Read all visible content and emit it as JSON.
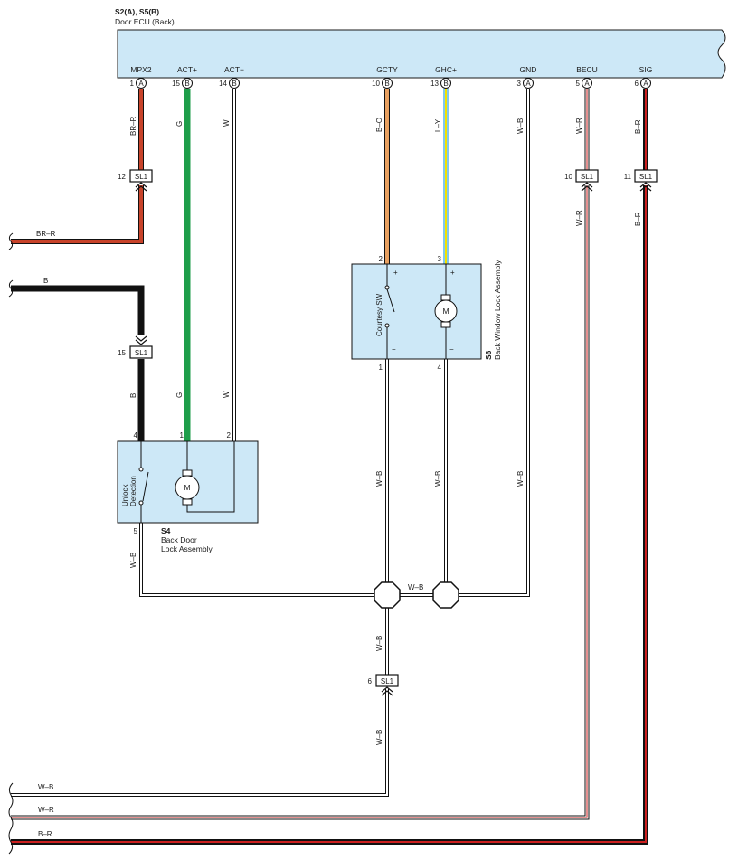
{
  "ecu": {
    "code": "S2(A), S5(B)",
    "name": "Door ECU (Back)",
    "terminals": [
      {
        "name": "MPX2",
        "pin": "1",
        "conn": "A"
      },
      {
        "name": "ACT+",
        "pin": "15",
        "conn": "B"
      },
      {
        "name": "ACT−",
        "pin": "14",
        "conn": "B"
      },
      {
        "name": "GCTY",
        "pin": "10",
        "conn": "B"
      },
      {
        "name": "GHC+",
        "pin": "13",
        "conn": "B"
      },
      {
        "name": "GND",
        "pin": "3",
        "conn": "A"
      },
      {
        "name": "BECU",
        "pin": "5",
        "conn": "A"
      },
      {
        "name": "SIG",
        "pin": "6",
        "conn": "A"
      }
    ]
  },
  "wire_labels": {
    "mpx2_top": "BR–R",
    "mpx2_left": "BR–R",
    "act_plus": "G",
    "act_plus_low": "G",
    "act_minus": "W",
    "act_minus_low": "W",
    "gcty": "B–O",
    "ghc_plus": "L–Y",
    "gnd": "W–B",
    "gnd_low": "W–B",
    "becu_top": "W–R",
    "becu_mid": "W–R",
    "sig_top": "B–R",
    "sig_mid": "B–R",
    "b_left": "B",
    "b_low": "B",
    "s6_pin1": "W–B",
    "s6_pin4": "W–B",
    "s4_pin5": "W–B",
    "splice_between": "W–B",
    "splice_down": "W–B",
    "sl1_6_down": "W–B",
    "bottom_wb": "W–B",
    "bottom_wr": "W–R",
    "bottom_br": "B–R"
  },
  "connectors": [
    {
      "id": "SL1",
      "pin": "12"
    },
    {
      "id": "SL1",
      "pin": "10"
    },
    {
      "id": "SL1",
      "pin": "11"
    },
    {
      "id": "SL1",
      "pin": "15"
    },
    {
      "id": "SL1",
      "pin": "6"
    }
  ],
  "s4": {
    "code": "S4",
    "name_line1": "Back Door",
    "name_line2": "Lock Assembly",
    "switch_label_1": "Unlock",
    "switch_label_2": "Detection",
    "motor": "M",
    "pins": {
      "p4": "4",
      "p1": "1",
      "p2": "2",
      "p5": "5"
    }
  },
  "s6": {
    "code": "S6",
    "name": "Back Window Lock Assembly",
    "switch_label": "Courtesy SW",
    "motor": "M",
    "plus": "+",
    "minus": "−",
    "pins": {
      "p2": "2",
      "p3": "3",
      "p1": "1",
      "p4": "4"
    }
  },
  "colors": {
    "ecu_fill": "#cde8f7",
    "component_fill": "#cde8f7",
    "brown_red": "#c8432a",
    "green": "#1e9e4a",
    "orange": "#e8a060",
    "light_blue": "#7fc8ee",
    "yellow": "#f2e200",
    "red": "#cc2020",
    "black": "#111111",
    "dark_red": "#7a1010"
  }
}
